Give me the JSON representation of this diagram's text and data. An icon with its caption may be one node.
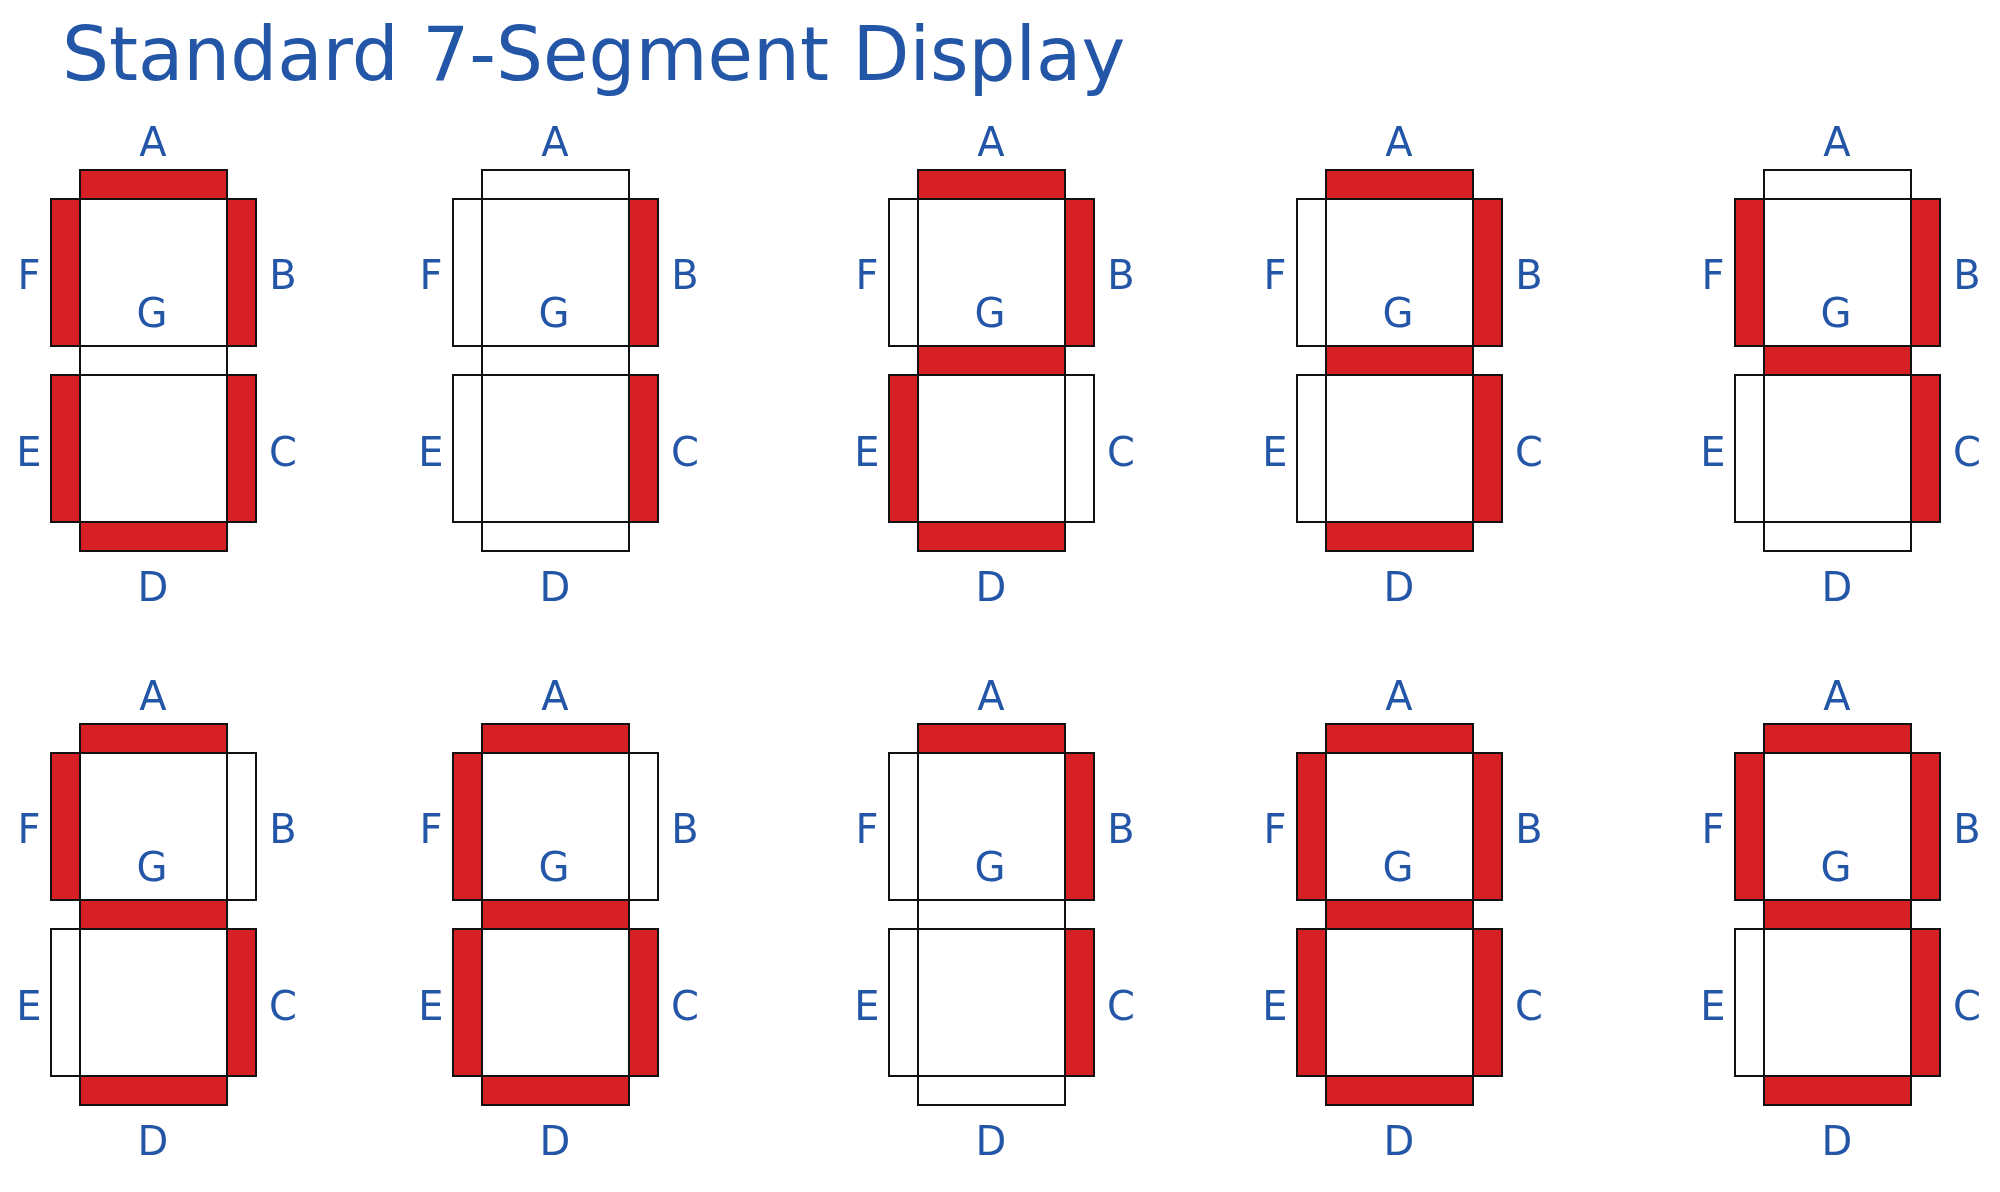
{
  "diagram": {
    "title": "Standard 7-Segment Display",
    "labels": [
      "A",
      "F",
      "B",
      "G",
      "E",
      "C",
      "D",
      "A",
      "F",
      "B",
      "G",
      "E",
      "C",
      "D",
      "A",
      "F",
      "B",
      "G",
      "E",
      "C",
      "D",
      "A",
      "F",
      "B",
      "G",
      "E",
      "C",
      "D",
      "A",
      "F",
      "B",
      "G",
      "E",
      "C",
      "D",
      "A",
      "F",
      "B",
      "G",
      "E",
      "C",
      "D",
      "A",
      "F",
      "B",
      "G",
      "E",
      "C",
      "D",
      "A",
      "F",
      "B",
      "G",
      "E",
      "C",
      "D",
      "A",
      "F",
      "B",
      "G",
      "E",
      "C",
      "D",
      "A",
      "F",
      "B",
      "G",
      "E",
      "C",
      "D"
    ]
  }
}
